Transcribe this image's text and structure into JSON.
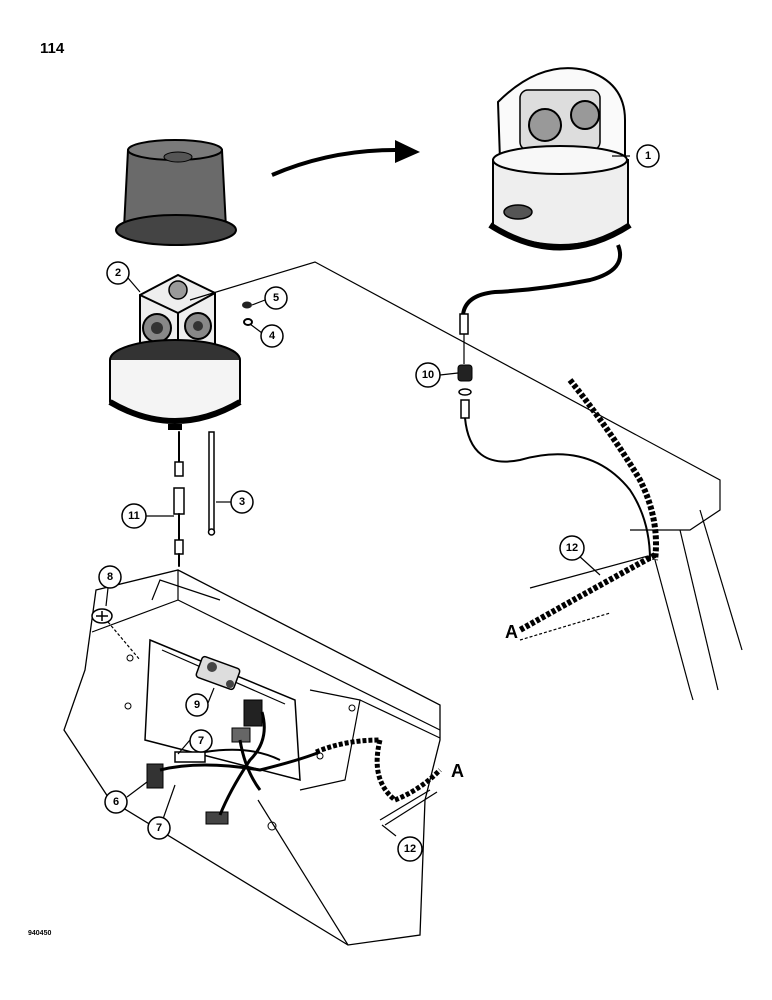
{
  "page": {
    "number": "114",
    "figure_code": "940450"
  },
  "callouts": [
    {
      "id": "1",
      "label": "1"
    },
    {
      "id": "2",
      "label": "2"
    },
    {
      "id": "3",
      "label": "3"
    },
    {
      "id": "4",
      "label": "4"
    },
    {
      "id": "5",
      "label": "5"
    },
    {
      "id": "6",
      "label": "6"
    },
    {
      "id": "7a",
      "label": "7"
    },
    {
      "id": "7b",
      "label": "7"
    },
    {
      "id": "8",
      "label": "8"
    },
    {
      "id": "9",
      "label": "9"
    },
    {
      "id": "10",
      "label": "10"
    },
    {
      "id": "11",
      "label": "11"
    },
    {
      "id": "12a",
      "label": "12"
    },
    {
      "id": "12b",
      "label": "12"
    }
  ],
  "reference_letters": {
    "upper": "A",
    "lower": "A"
  }
}
